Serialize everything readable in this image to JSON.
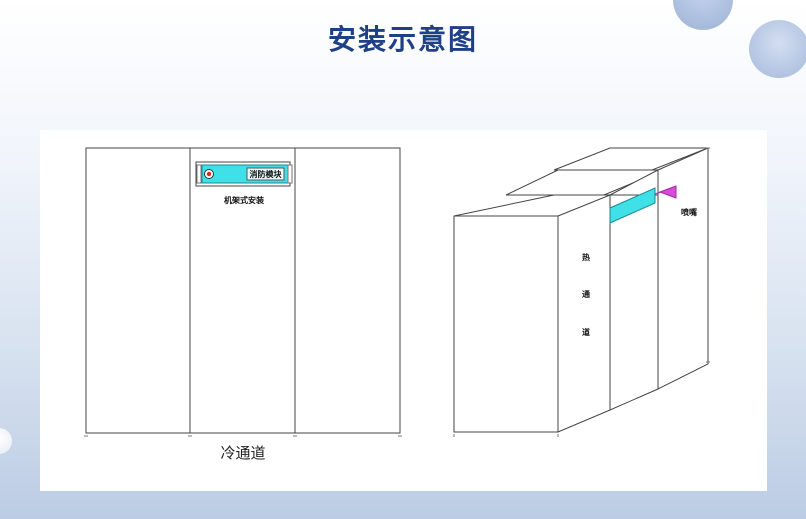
{
  "title": "安装示意图",
  "front_view": {
    "module_label": "消防模块",
    "install_label": "机架式安装",
    "cold_aisle_label": "冷通道"
  },
  "iso_view": {
    "hot_aisle_chars": [
      "热",
      "通",
      "道"
    ],
    "nozzle_label": "喷嘴"
  },
  "colors": {
    "title": "#1f3f86",
    "module_fill": "#3fe0e8",
    "nozzle": "#d94ad9"
  }
}
